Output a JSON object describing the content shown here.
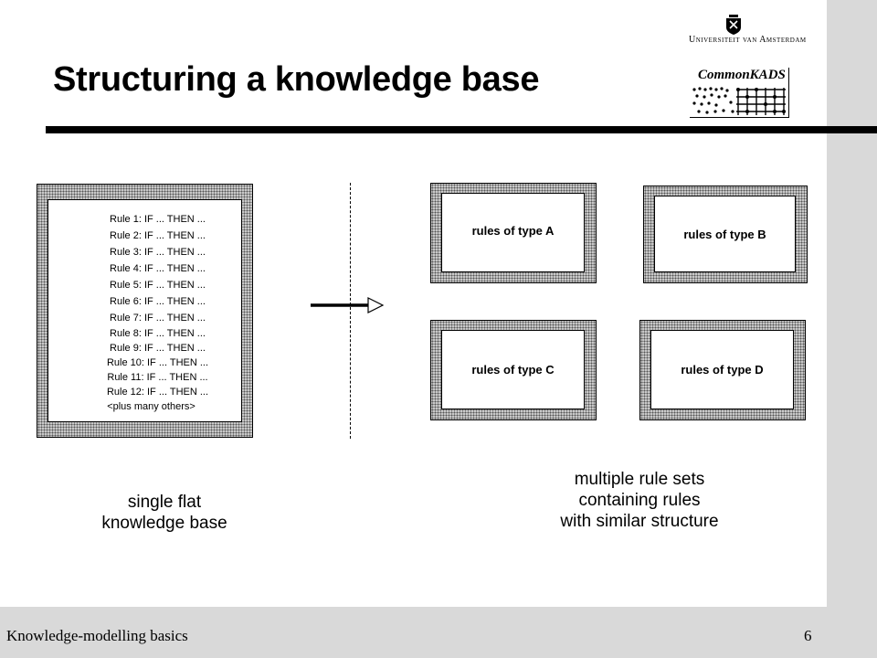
{
  "slide": {
    "title": "Structuring a knowledge base",
    "university_name": "Universiteit van Amsterdam",
    "logo_text": "CommonKADS",
    "footer_left": "Knowledge-modelling basics",
    "page_number": "6"
  },
  "flat_kb": {
    "rules": [
      "Rule 1: IF ... THEN ...",
      "Rule 2: IF ... THEN ...",
      "Rule 3: IF ... THEN ...",
      "Rule 4: IF ... THEN ...",
      "Rule 5: IF ... THEN ...",
      "Rule 6: IF ... THEN ...",
      "Rule 7: IF ... THEN ...",
      "Rule 8: IF ... THEN ...",
      "Rule 9: IF ... THEN ...",
      "Rule 10: IF ... THEN ...",
      "Rule 11: IF ... THEN ...",
      "Rule 12: IF ... THEN ..."
    ],
    "more": "<plus many others>",
    "caption_line1": "single flat",
    "caption_line2": "knowledge base"
  },
  "rule_sets": {
    "a": "rules of type A",
    "b": "rules of type B",
    "c": "rules of type C",
    "d": "rules of type D",
    "caption_line1": "multiple rule sets",
    "caption_line2": "containing rules",
    "caption_line3": "with similar structure"
  }
}
